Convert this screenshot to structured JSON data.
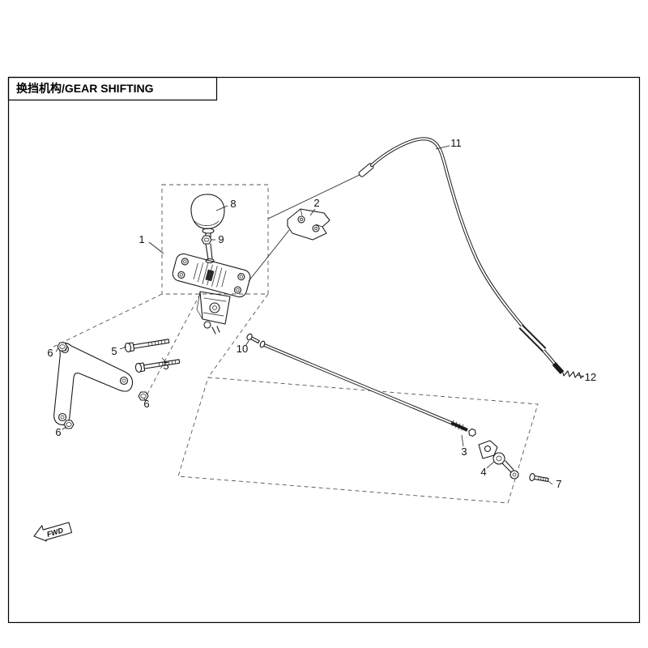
{
  "title": {
    "full": "换挡机构/GEAR SHIFTING"
  },
  "fwd": {
    "label": "FWD"
  },
  "callouts": [
    {
      "label": "1"
    },
    {
      "label": "2"
    },
    {
      "label": "3"
    },
    {
      "label": "4"
    },
    {
      "label": "5"
    },
    {
      "label": "5"
    },
    {
      "label": "6"
    },
    {
      "label": "6"
    },
    {
      "label": "6"
    },
    {
      "label": "7"
    },
    {
      "label": "8"
    },
    {
      "label": "9"
    },
    {
      "label": "10"
    },
    {
      "label": "11"
    },
    {
      "label": "12"
    }
  ]
}
